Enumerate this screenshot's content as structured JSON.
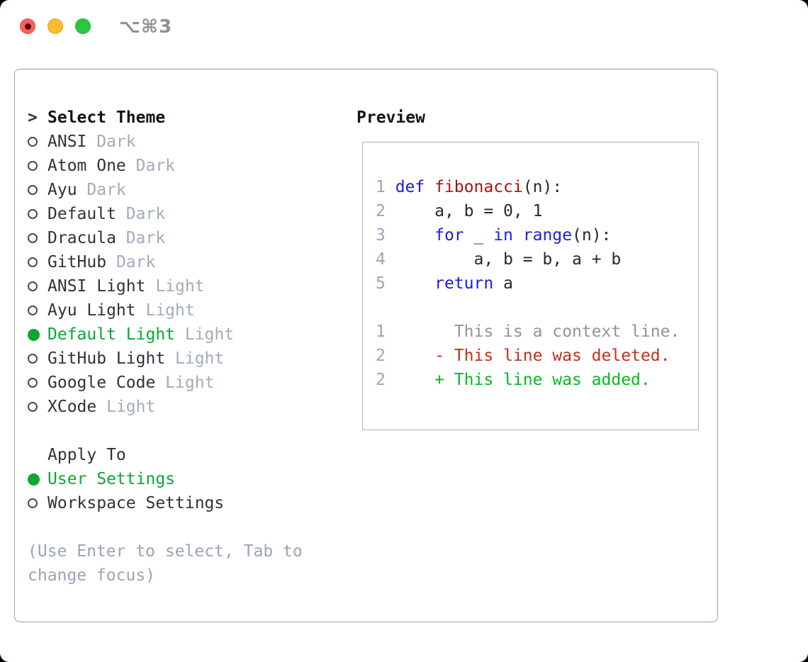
{
  "window": {
    "title": "⌥⌘3",
    "traffic_lights": [
      "close",
      "minimize",
      "zoom"
    ]
  },
  "theme_picker": {
    "heading_marker": ">",
    "heading": "Select Theme",
    "items": [
      {
        "name": "ANSI",
        "tag": "Dark",
        "selected": false
      },
      {
        "name": "Atom One",
        "tag": "Dark",
        "selected": false
      },
      {
        "name": "Ayu",
        "tag": "Dark",
        "selected": false
      },
      {
        "name": "Default",
        "tag": "Dark",
        "selected": false
      },
      {
        "name": "Dracula",
        "tag": "Dark",
        "selected": false
      },
      {
        "name": "GitHub",
        "tag": "Dark",
        "selected": false
      },
      {
        "name": "ANSI Light",
        "tag": "Light",
        "selected": false
      },
      {
        "name": "Ayu Light",
        "tag": "Light",
        "selected": false
      },
      {
        "name": "Default Light",
        "tag": "Light",
        "selected": true
      },
      {
        "name": "GitHub Light",
        "tag": "Light",
        "selected": false
      },
      {
        "name": "Google Code",
        "tag": "Light",
        "selected": false
      },
      {
        "name": "XCode",
        "tag": "Light",
        "selected": false
      }
    ],
    "apply_heading": "Apply To",
    "apply_items": [
      {
        "name": "User Settings",
        "selected": true
      },
      {
        "name": "Workspace Settings",
        "selected": false
      }
    ],
    "hint_lines": [
      "(Use Enter to select, Tab to",
      "change focus)"
    ]
  },
  "preview": {
    "heading": "Preview",
    "code_lines": [
      {
        "num": "1",
        "tokens": [
          {
            "text": "def",
            "color": "keyword"
          },
          {
            "text": " ",
            "color": "plain"
          },
          {
            "text": "fibonacci",
            "color": "function"
          },
          {
            "text": "(n):",
            "color": "plain"
          }
        ]
      },
      {
        "num": "2",
        "tokens": [
          {
            "text": "    a, b = 0, 1",
            "color": "plain"
          }
        ]
      },
      {
        "num": "3",
        "tokens": [
          {
            "text": "    ",
            "color": "plain"
          },
          {
            "text": "for",
            "color": "keyword"
          },
          {
            "text": " _ ",
            "color": "plain"
          },
          {
            "text": "in",
            "color": "keyword"
          },
          {
            "text": " ",
            "color": "plain"
          },
          {
            "text": "range",
            "color": "keyword"
          },
          {
            "text": "(n):",
            "color": "plain"
          }
        ]
      },
      {
        "num": "4",
        "tokens": [
          {
            "text": "        a, b = b, a + b",
            "color": "plain"
          }
        ]
      },
      {
        "num": "5",
        "tokens": [
          {
            "text": "    ",
            "color": "plain"
          },
          {
            "text": "return",
            "color": "keyword"
          },
          {
            "text": " a",
            "color": "plain"
          }
        ]
      }
    ],
    "diff_lines": [
      {
        "num": "1",
        "tokens": [
          {
            "text": "      This is a context line.",
            "color": "context"
          }
        ]
      },
      {
        "num": "2",
        "tokens": [
          {
            "text": "    - This line was deleted.",
            "color": "deleted"
          }
        ]
      },
      {
        "num": "2",
        "tokens": [
          {
            "text": "    + This line was added.",
            "color": "added"
          }
        ]
      }
    ]
  },
  "colors": {
    "window_bg": "#ffffff",
    "title_gray": "#8f9094",
    "panel_border": "#97a0af",
    "preview_border": "#aab0bc",
    "text": "#2e333b",
    "dim": "#a2abbc",
    "hint": "#9aa4b4",
    "selected_green": "#0aa833",
    "added_green": "#07b91f",
    "deleted_red": "#c43019",
    "keyword_blue": "#1c1ce6",
    "function_red": "#ac1212",
    "line_number": "#9aa5b8",
    "context_gray": "#8f949d",
    "traffic_red": "#ff5f57",
    "traffic_yellow": "#febc2e",
    "traffic_green": "#28c840"
  }
}
